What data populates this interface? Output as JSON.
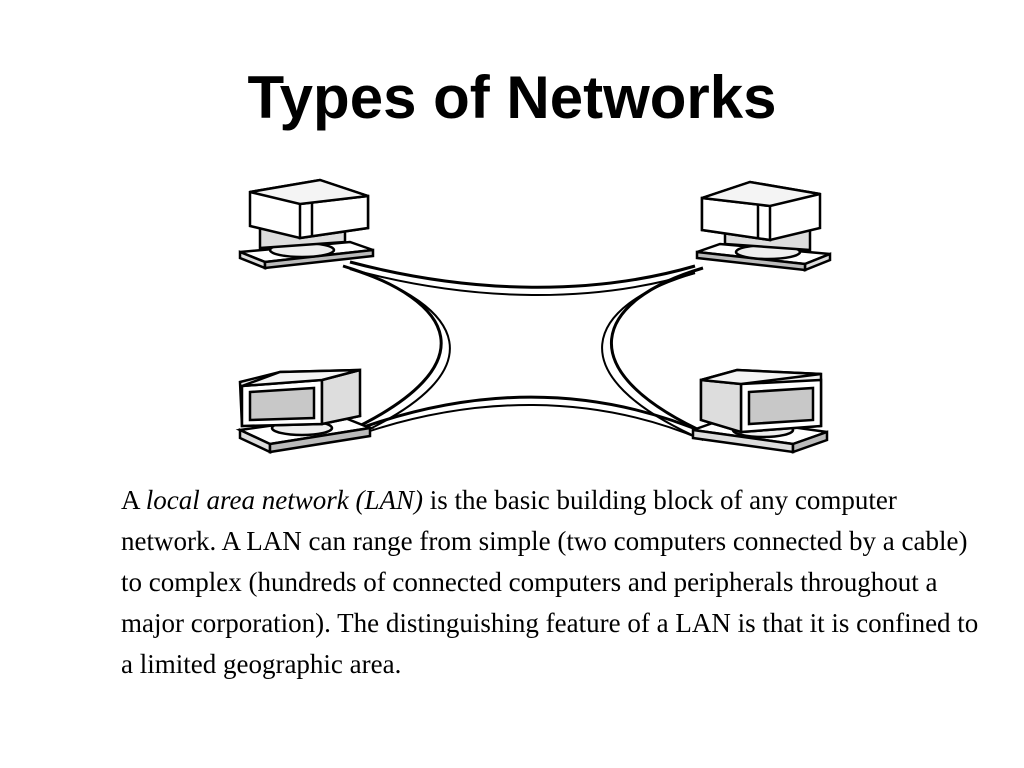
{
  "slide": {
    "title": "Types of Networks",
    "paragraph": {
      "lead": "A ",
      "term": "local area network (LAN)",
      "rest": " is the basic building block of any computer network. A LAN can range from simple (two computers connected by a cable) to complex (hundreds of connected computers and peripherals throughout a major corporation). The distinguishing feature of a LAN is that it is confined to a limited geographic area."
    }
  },
  "diagram": {
    "computers": [
      {
        "name": "computer-top-left",
        "monitor": "side-view"
      },
      {
        "name": "computer-top-right",
        "monitor": "side-view"
      },
      {
        "name": "computer-bottom-left",
        "monitor": "front-view"
      },
      {
        "name": "computer-bottom-right",
        "monitor": "front-view"
      }
    ],
    "link_color": "#000000",
    "fill_color": "#dcdcdc"
  }
}
